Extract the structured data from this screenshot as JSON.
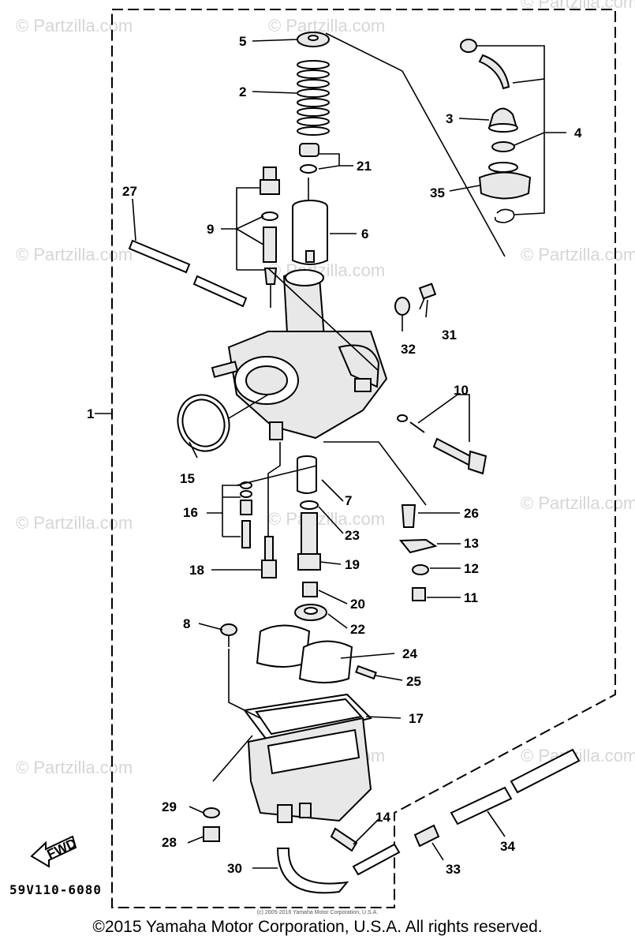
{
  "watermark_text": "© Partzilla.com",
  "watermark_small_text": "© Partzilla.com",
  "diagram_code": "59V110-6080",
  "fwd_label": "FWD",
  "copyright": "©2015 Yamaha Motor Corporation, U.S.A. All rights reserved.",
  "small_print": "(c) 2005-2016 Yamaha Motor Corporation, U.S.A.",
  "callouts": {
    "c1": "1",
    "c2": "2",
    "c3": "3",
    "c4": "4",
    "c5": "5",
    "c6": "6",
    "c7": "7",
    "c8": "8",
    "c9": "9",
    "c10": "10",
    "c11": "11",
    "c12": "12",
    "c13": "13",
    "c14": "14",
    "c15": "15",
    "c16": "16",
    "c17": "17",
    "c18": "18",
    "c19": "19",
    "c20": "20",
    "c21": "21",
    "c22": "22",
    "c23": "23",
    "c24": "24",
    "c25": "25",
    "c26": "26",
    "c27": "27",
    "c28": "28",
    "c29": "29",
    "c30": "30",
    "c31": "31",
    "c32": "32",
    "c33": "33",
    "c34": "34",
    "c35": "35"
  }
}
